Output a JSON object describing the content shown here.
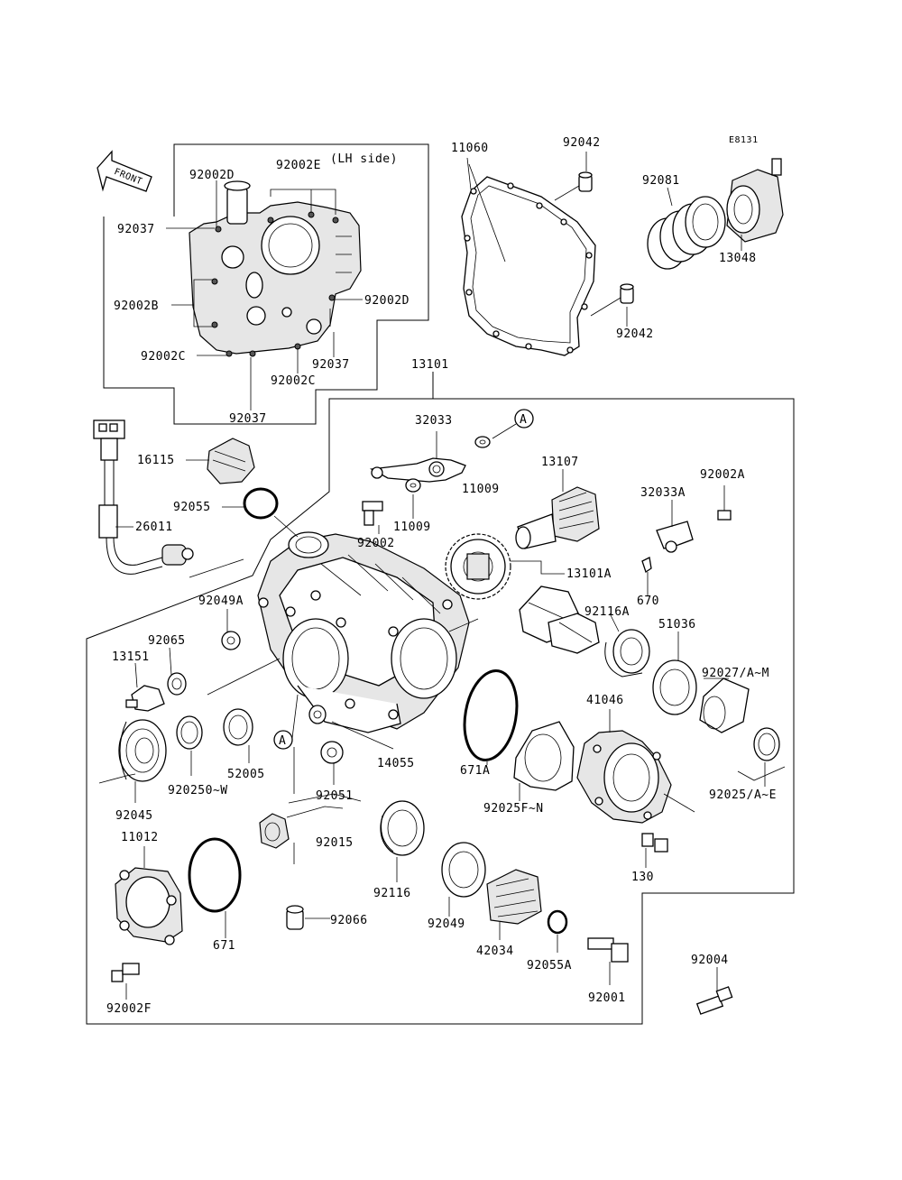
{
  "diagram_code": "E8131",
  "lh_side_label": "(LH side)",
  "front_label": "FRONT",
  "ref_marker": "A",
  "part_numbers": {
    "p11060": "11060",
    "p92042_top": "92042",
    "p92042_bottom": "92042",
    "p92081": "92081",
    "p13048": "13048",
    "p92002D_top": "92002D",
    "p92002E": "92002E",
    "p92037_a": "92037",
    "p92002B": "92002B",
    "p92002D_right": "92002D",
    "p92002C_left": "92002C",
    "p92037_b": "92037",
    "p92002C_right": "92002C",
    "p92037_c": "92037",
    "p13101": "13101",
    "p32033": "32033",
    "p16115": "16115",
    "p11009_a": "11009",
    "p11009_b": "11009",
    "p13107": "13107",
    "p92055": "92055",
    "p26011": "26011",
    "p92002": "92002",
    "p32033A": "32033A",
    "p92002A": "92002A",
    "p13101A": "13101A",
    "p670": "670",
    "p92049A": "92049A",
    "p92116A": "92116A",
    "p51036": "51036",
    "p92065": "92065",
    "p13151": "13151",
    "p92027": "92027/A~M",
    "p41046": "41046",
    "p52005": "52005",
    "p14055": "14055",
    "p671A": "671A",
    "p920250": "920250~W",
    "p92025AE": "92025/A~E",
    "p92051": "92051",
    "p92045": "92045",
    "p92025FN": "92025F~N",
    "p11012": "11012",
    "p92015": "92015",
    "p130": "130",
    "p92116": "92116",
    "p92049": "92049",
    "p671": "671",
    "p92066": "92066",
    "p42034": "42034",
    "p92055A": "92055A",
    "p92004": "92004",
    "p92001": "92001",
    "p92002F": "92002F"
  }
}
